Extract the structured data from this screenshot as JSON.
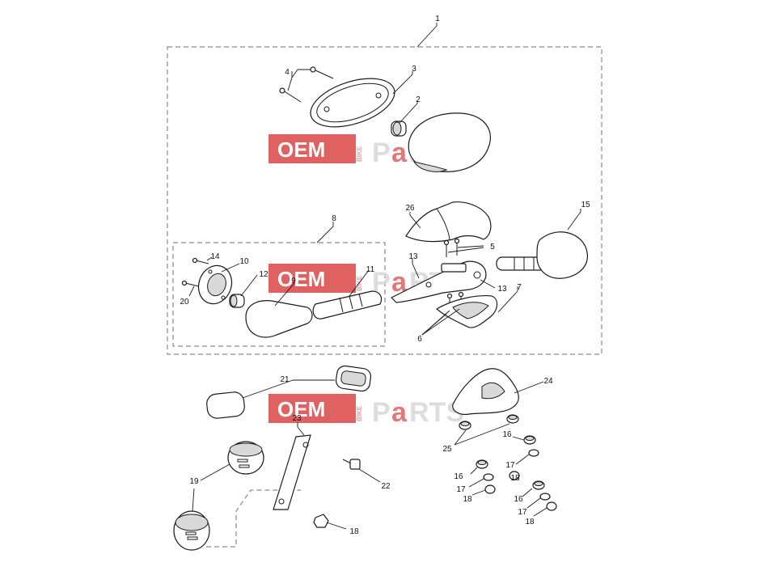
{
  "callouts": {
    "c1": "1",
    "c2": "2",
    "c3": "3",
    "c4": "4",
    "c5": "5",
    "c6": "6",
    "c7": "7",
    "c8": "8",
    "c9": "9",
    "c10": "10",
    "c11": "11",
    "c12": "12",
    "c13a": "13",
    "c13b": "13",
    "c14": "14",
    "c15": "15",
    "c16a": "16",
    "c16b": "16",
    "c16c": "16",
    "c17a": "17",
    "c17b": "17",
    "c17c": "17",
    "c18a": "18",
    "c18b": "18",
    "c18c": "18",
    "c18d": "18",
    "c19": "19",
    "c20": "20",
    "c21": "21",
    "c22": "22",
    "c23": "23",
    "c24": "24",
    "c25": "25",
    "c26": "26"
  },
  "watermark": {
    "oem": "OEM",
    "bike": "BIKE",
    "p": "P",
    "a": "a",
    "rts": "RTS"
  },
  "colors": {
    "watermark_red": "#d94545",
    "line": "#1a1a1a",
    "dashed_box": "#8a8a8a"
  }
}
